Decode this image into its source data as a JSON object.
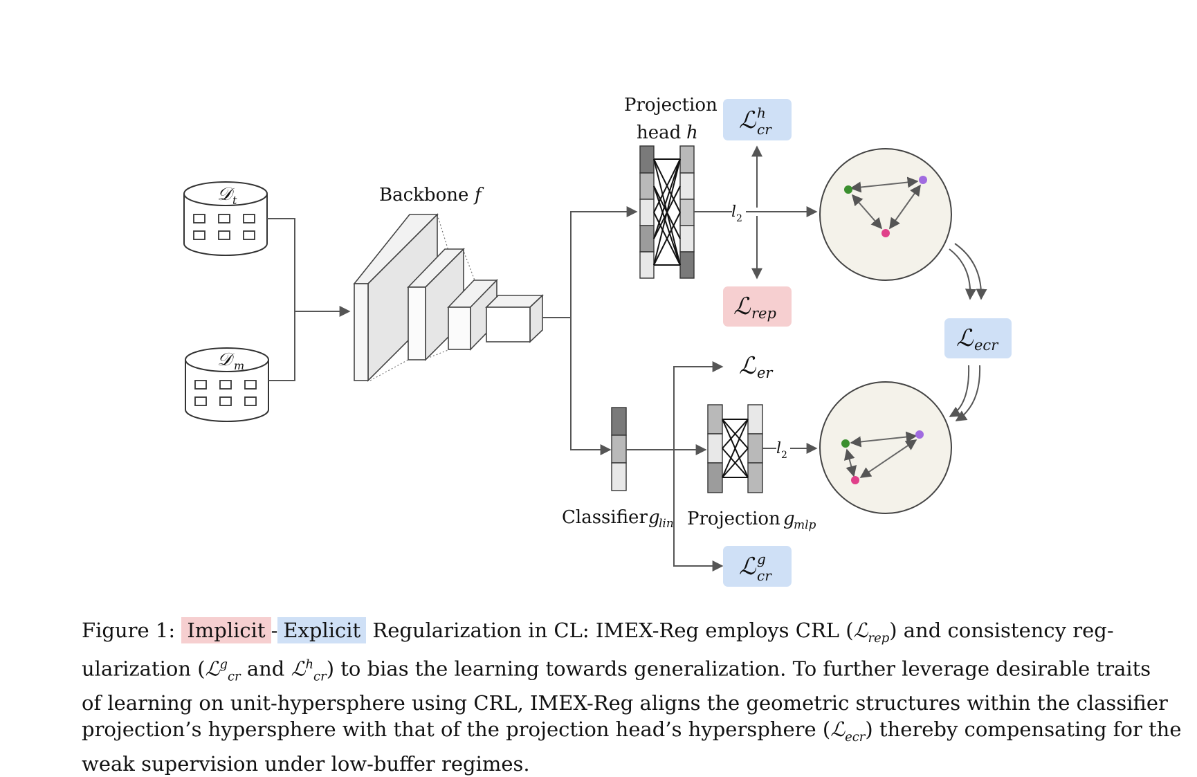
{
  "diagram": {
    "datasets": {
      "task": {
        "symbol": "𝒟",
        "sub": "t"
      },
      "memory": {
        "symbol": "𝒟",
        "sub": "m"
      }
    },
    "backbone": {
      "label": "Backbone",
      "var": "f"
    },
    "projection_head": {
      "label_line1": "Projection",
      "label_line2": "head",
      "var": "h"
    },
    "classifier": {
      "label": "Classifier",
      "var": "g",
      "sub": "lin"
    },
    "classifier_projection": {
      "label": "Projection",
      "var": "g",
      "sub": "mlp"
    },
    "norm_label": {
      "symbol": "l",
      "sub": "2"
    },
    "losses": {
      "cr_h": {
        "symbol": "ℒ",
        "sub": "cr",
        "sup": "h",
        "color": "#cfe0f6"
      },
      "rep": {
        "symbol": "ℒ",
        "sub": "rep",
        "color": "#f6cfd0"
      },
      "er": {
        "symbol": "ℒ",
        "sub": "er"
      },
      "cr_g": {
        "symbol": "ℒ",
        "sub": "cr",
        "sup": "g",
        "color": "#cfe0f6"
      },
      "ecr": {
        "symbol": "ℒ",
        "sub": "ecr",
        "color": "#cfe0f6"
      }
    },
    "hypersphere_fill": "#f4f2ea",
    "point_colors": {
      "green": "#3a8f2e",
      "purple": "#a06be0",
      "pink": "#e0408a"
    }
  },
  "caption": {
    "figure_label": "Figure 1:",
    "implicit": "Implicit",
    "dash": "-",
    "explicit": "Explicit",
    "line1_rest": "Regularization in CL: IMEX-Reg employs CRL (",
    "line1_rep_sub": "rep",
    "line1_end": ") and consistency reg-",
    "line2_start": "ularization (",
    "line2_g_sub": "cr",
    "line2_g_sup": "g",
    "line2_and": " and ",
    "line2_h_sub": "cr",
    "line2_h_sup": "h",
    "line2_end": ") to bias the learning towards generalization. To further leverage desirable traits",
    "line3": "of learning on unit-hypersphere using CRL, IMEX-Reg aligns the geometric structures within the classifier",
    "line4_start": "projection’s hypersphere with that of the projection head’s hypersphere (",
    "line4_ecr_sub": "ecr",
    "line4_end": ") thereby compensating for the",
    "line5": "weak supervision under low-buffer regimes.",
    "script_L": "ℒ"
  }
}
